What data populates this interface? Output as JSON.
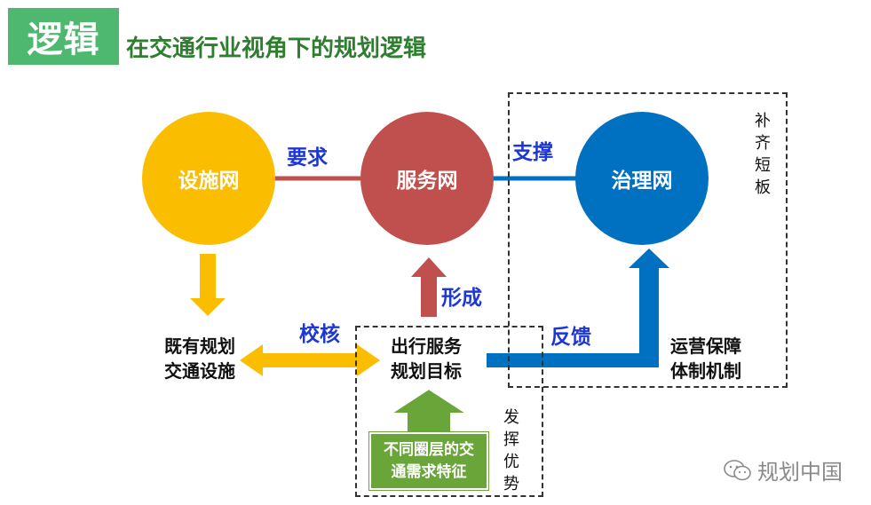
{
  "header": {
    "badge_text": "逻辑",
    "title": "在交通行业视角下的规划逻辑"
  },
  "nodes": {
    "facility": "设施网",
    "service": "服务网",
    "governance": "治理网"
  },
  "relations": {
    "require": "要求",
    "support": "支撑",
    "form": "形成",
    "verify": "校核",
    "feedback": "反馈"
  },
  "boxes": {
    "existing_line1": "既有规划",
    "existing_line2": "交通设施",
    "goal_line1": "出行服务",
    "goal_line2": "规划目标",
    "ops_line1": "运营保障",
    "ops_line2": "体制机制",
    "demand_line1": "不同圈层的交",
    "demand_line2": "通需求特征"
  },
  "side_notes": {
    "fill_gaps": "补齐短板",
    "leverage": "发挥优势"
  },
  "watermark": {
    "text": "规划中国",
    "icon": "wechat-icon"
  },
  "colors": {
    "badge_green": "#4fb870",
    "title_green": "#2f7d2f",
    "facility_yellow": "#fbbd00",
    "service_red": "#c0504d",
    "governance_blue": "#0070c0",
    "label_blue": "#1d36d6",
    "demand_green": "#6aa53a"
  }
}
